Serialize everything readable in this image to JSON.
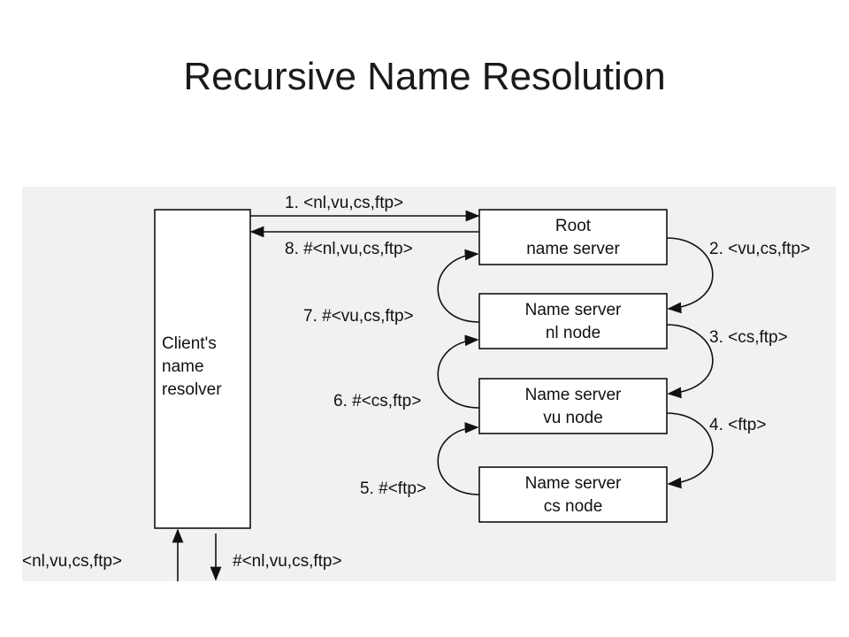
{
  "title": "Recursive Name Resolution",
  "diagram": {
    "client": {
      "line1": "Client's",
      "line2": "name",
      "line3": "resolver"
    },
    "servers": [
      {
        "line1": "Root",
        "line2": "name server"
      },
      {
        "line1": "Name server",
        "line2": "nl node"
      },
      {
        "line1": "Name server",
        "line2": "vu node"
      },
      {
        "line1": "Name server",
        "line2": "cs node"
      }
    ],
    "steps": {
      "s1": "1. <nl,vu,cs,ftp>",
      "s2": "2. <vu,cs,ftp>",
      "s3": "3. <cs,ftp>",
      "s4": "4. <ftp>",
      "s5": "5. #<ftp>",
      "s6": "6. #<cs,ftp>",
      "s7": "7. #<vu,cs,ftp>",
      "s8": "8. #<nl,vu,cs,ftp>"
    },
    "input": "<nl,vu,cs,ftp>",
    "output": "#<nl,vu,cs,ftp>"
  }
}
